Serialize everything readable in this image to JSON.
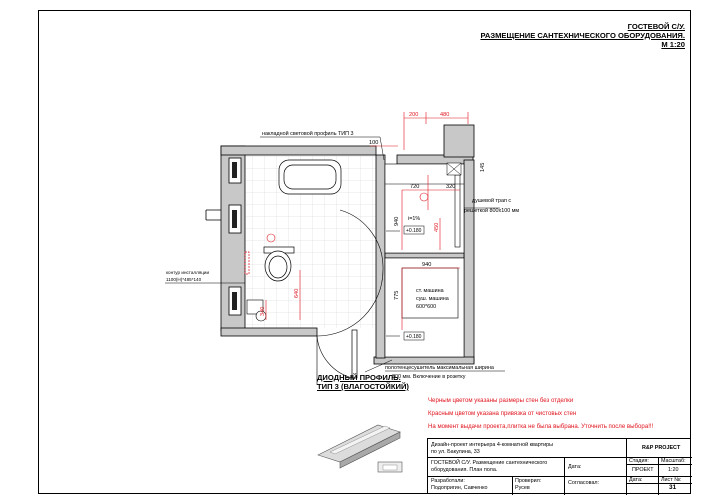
{
  "header": {
    "line1": "ГОСТЕВОЙ С/У.",
    "line2": "РАЗМЕЩЕНИЕ САНТЕХНИЧЕСКОГО ОБОРУДОВАНИЯ.",
    "line3": "М 1:20"
  },
  "plan_labels": {
    "light_profile": "накладной световой профиль ТИП 3",
    "installation_contour_l1": "контур инсталляции",
    "installation_contour_l2": "1100(Н)*485*140",
    "shower_drain_l1": "душевой трап с",
    "shower_drain_l2": "решеткой 800х100 мм",
    "slope": "i=1%",
    "washer_l1": "ст. машина",
    "washer_l2": "суш. машина",
    "washer_l3": "600*600",
    "towel_l1": "полотенцесушитель максимальная ширина",
    "towel_l2": "300 мм. Включение в розетку",
    "level_1": "+0.180",
    "level_2": "+0.180"
  },
  "dimensions": {
    "d_200": "200",
    "d_480": "480",
    "d_100": "100",
    "d_720": "720",
    "d_320": "320",
    "d_145": "145",
    "d_940_v": "940",
    "d_450": "450",
    "d_940_h": "940",
    "d_775": "775",
    "d_640": "640",
    "d_340": "340"
  },
  "profile": {
    "title_l1": "ДИОДНЫЙ ПРОФИЛЬ.",
    "title_l2": "ТИП 3 (ВЛАГОСТОЙКИЙ)"
  },
  "notes": {
    "n1": "Черным цветом указаны размеры стен без отделки",
    "n2": "Красным цветом указана привязка от чистовых стен",
    "n3": "На момент выдачи проекта,плитка не была выбрана. Уточнить после выбора!!!"
  },
  "title_block": {
    "project_l1": "Дизайн-проект интерьера 4-комнатной квартиры",
    "project_l2": "по ул. Бакулина, 33",
    "company": "R&P PROJECT",
    "sheet_l1": "ГОСТЕВОЙ С/У. Размещение сантехнического",
    "sheet_l2": "оборудования. План пола.",
    "date_label": "Дата:",
    "stage_label": "Стадия:",
    "scale_label": "Масштаб:",
    "stage_value": "ПРОЕКТ",
    "scale_value": "1:20",
    "developers_label": "Разработали:",
    "developers": "Подопригин, Савченко",
    "checked_label": "Проверил:",
    "checked": "Русев",
    "agreed_label": "Согласовал:",
    "date2_label": "Дата:",
    "sheet_no_label": "Лист №:",
    "sheet_no": "31"
  },
  "colors": {
    "red": "#e0141e",
    "wall_gray": "#c8c8c8",
    "tile_line": "#cfcfcf"
  }
}
